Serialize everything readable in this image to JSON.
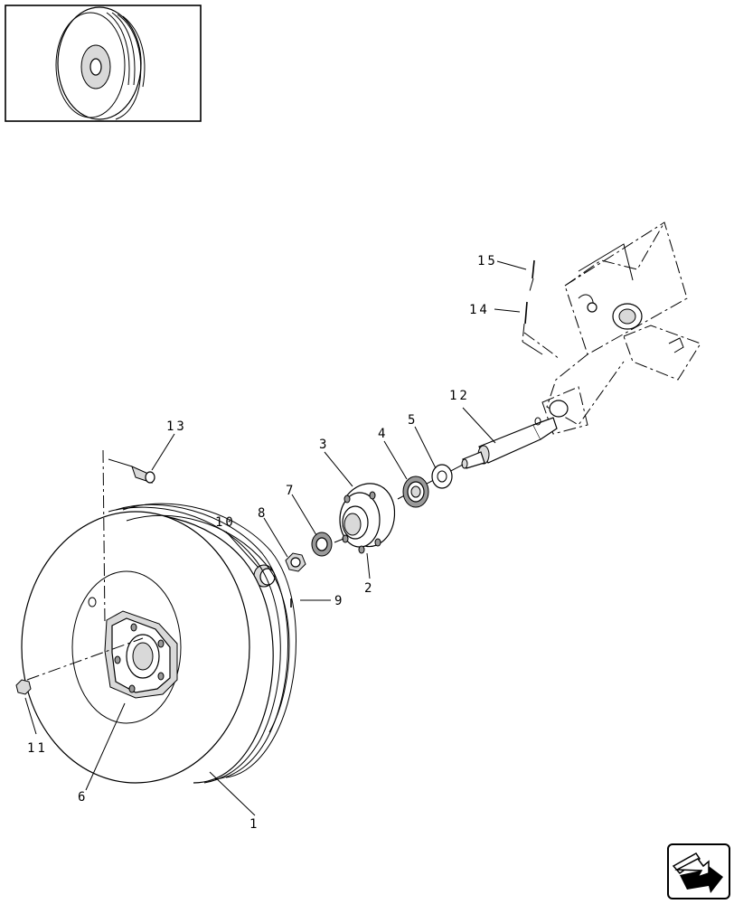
{
  "callouts": [
    {
      "id": "1",
      "text": "1"
    },
    {
      "id": "2",
      "text": "2"
    },
    {
      "id": "3",
      "text": "3"
    },
    {
      "id": "4",
      "text": "4"
    },
    {
      "id": "5",
      "text": "5"
    },
    {
      "id": "6",
      "text": "6"
    },
    {
      "id": "7",
      "text": "7"
    },
    {
      "id": "8",
      "text": "8"
    },
    {
      "id": "9",
      "text": "9"
    },
    {
      "id": "10",
      "text": "10"
    },
    {
      "id": "11",
      "text": "11"
    },
    {
      "id": "12",
      "text": "12"
    },
    {
      "id": "13",
      "text": "13"
    },
    {
      "id": "14",
      "text": "14"
    },
    {
      "id": "15",
      "text": "15"
    }
  ],
  "icons": {
    "thumbnail": "wheel-thumbnail-icon",
    "navigation": "next-page-arrow-icon"
  }
}
